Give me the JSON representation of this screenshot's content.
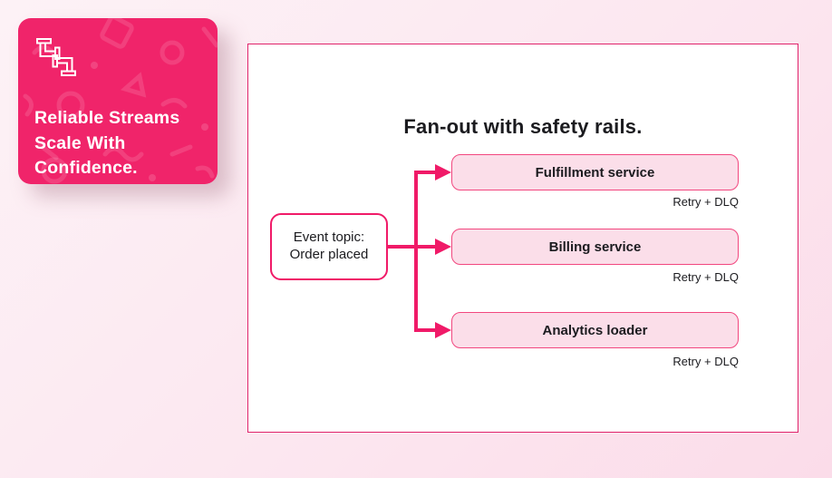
{
  "colors": {
    "accent": "#F01A68",
    "card-bg": "#F0246A",
    "panel-border": "#E0236B",
    "node-fill": "#FBDEE9",
    "node-border": "#F2477F",
    "ink": "#1B1B1F",
    "page-bg-start": "#FDF2F6",
    "page-bg-end": "#FBDCE9"
  },
  "card": {
    "icon": "pipeline-icon",
    "title": {
      "line1": "Reliable Streams",
      "line2": "Scale With",
      "line3": "Confidence."
    }
  },
  "diagram": {
    "title": "Fan-out with safety rails.",
    "source": {
      "line1": "Event topic:",
      "line2": "Order placed"
    },
    "targets": [
      {
        "label": "Fulfillment service",
        "note": "Retry + DLQ"
      },
      {
        "label": "Billing service",
        "note": "Retry + DLQ"
      },
      {
        "label": "Analytics loader",
        "note": "Retry + DLQ"
      }
    ]
  }
}
